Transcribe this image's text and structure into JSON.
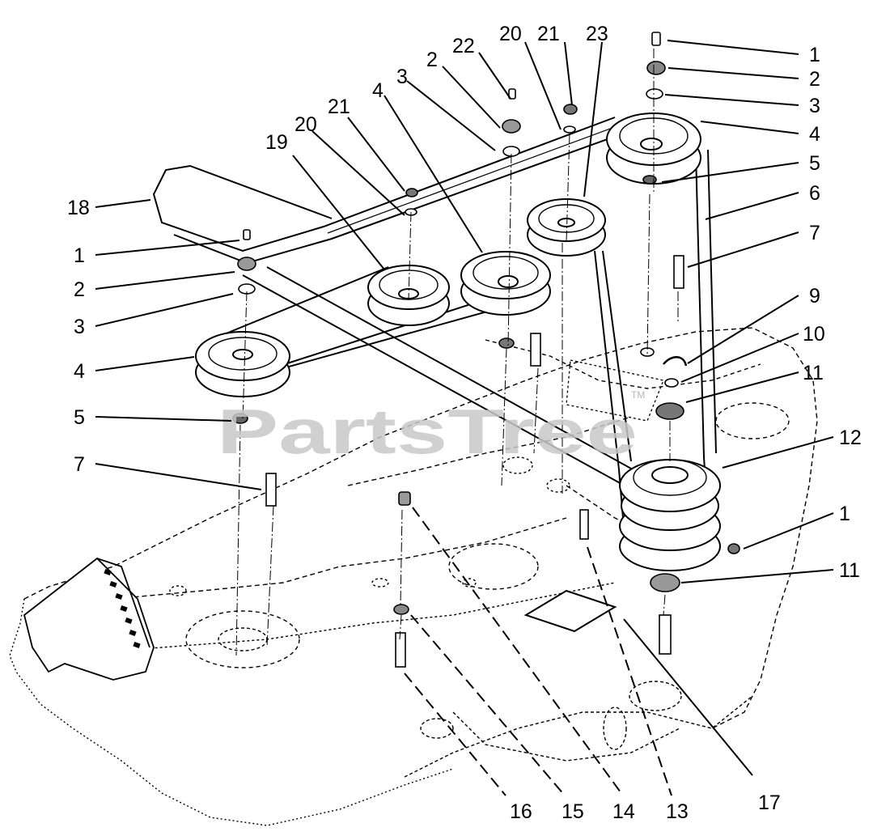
{
  "watermark": {
    "text": "PartsTree",
    "tm": "TM"
  },
  "callouts": [
    {
      "id": "c1a",
      "label": "1"
    },
    {
      "id": "c2a",
      "label": "2"
    },
    {
      "id": "c3a",
      "label": "3"
    },
    {
      "id": "c4a",
      "label": "4"
    },
    {
      "id": "c5a",
      "label": "5"
    },
    {
      "id": "c6",
      "label": "6"
    },
    {
      "id": "c7a",
      "label": "7"
    },
    {
      "id": "c9",
      "label": "9"
    },
    {
      "id": "c10",
      "label": "10"
    },
    {
      "id": "c11a",
      "label": "11"
    },
    {
      "id": "c12",
      "label": "12"
    },
    {
      "id": "c1b",
      "label": "1"
    },
    {
      "id": "c11b",
      "label": "11"
    },
    {
      "id": "c18",
      "label": "18"
    },
    {
      "id": "c1c",
      "label": "1"
    },
    {
      "id": "c2c",
      "label": "2"
    },
    {
      "id": "c3c",
      "label": "3"
    },
    {
      "id": "c4c",
      "label": "4"
    },
    {
      "id": "c5c",
      "label": "5"
    },
    {
      "id": "c7c",
      "label": "7"
    },
    {
      "id": "c19",
      "label": "19"
    },
    {
      "id": "c20a",
      "label": "20"
    },
    {
      "id": "c21a",
      "label": "21"
    },
    {
      "id": "c4d",
      "label": "4"
    },
    {
      "id": "c3d",
      "label": "3"
    },
    {
      "id": "c2d",
      "label": "2"
    },
    {
      "id": "c22",
      "label": "22"
    },
    {
      "id": "c20b",
      "label": "20"
    },
    {
      "id": "c21b",
      "label": "21"
    },
    {
      "id": "c23",
      "label": "23"
    },
    {
      "id": "c16",
      "label": "16"
    },
    {
      "id": "c15",
      "label": "15"
    },
    {
      "id": "c14",
      "label": "14"
    },
    {
      "id": "c13",
      "label": "13"
    },
    {
      "id": "c17",
      "label": "17"
    }
  ]
}
